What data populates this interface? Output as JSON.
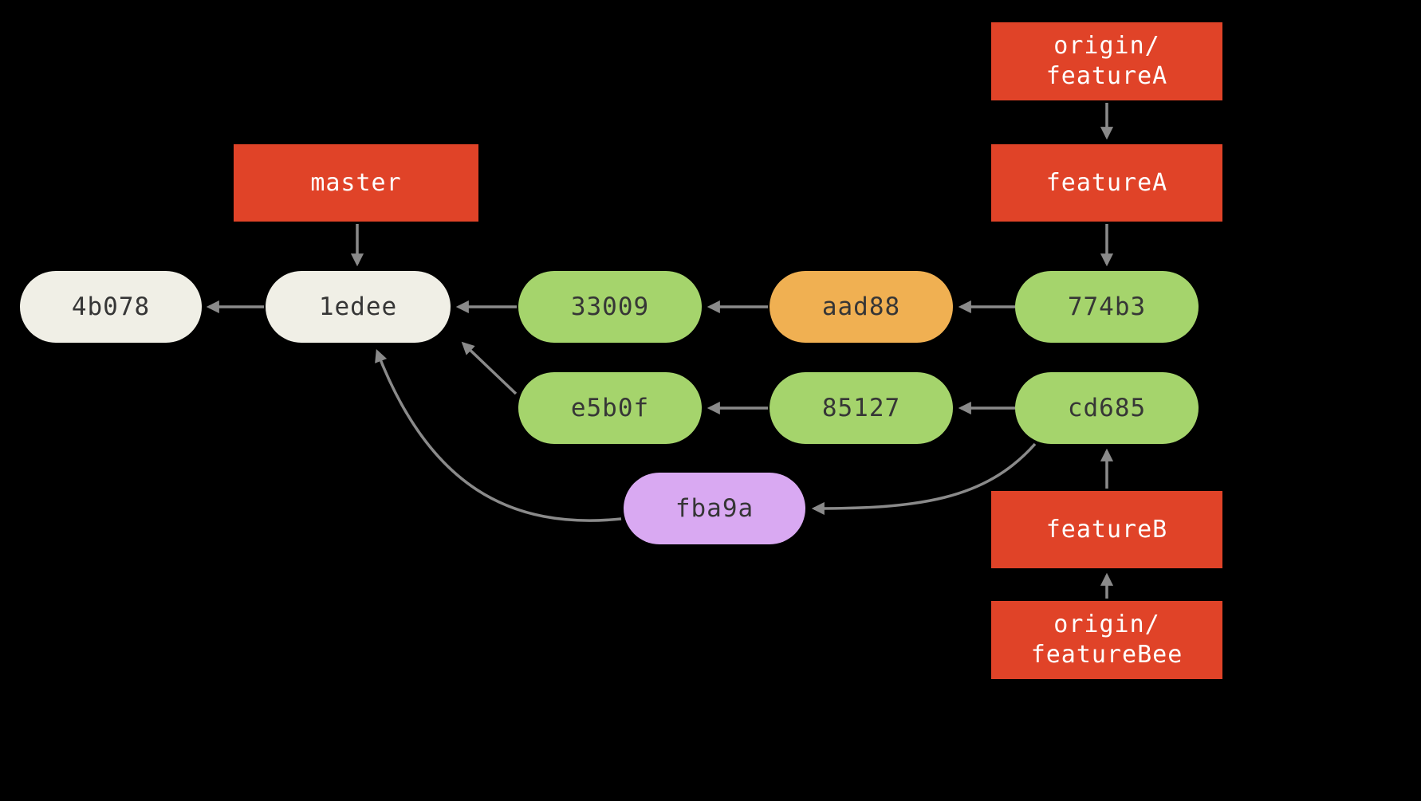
{
  "diagram": {
    "kind": "git-commit-graph",
    "background": "#000000"
  },
  "colors": {
    "bg": "#000000",
    "arrow": "#8a8a8a",
    "red": "#e04328",
    "green": "#a5d46c",
    "orange": "#f0b052",
    "purple": "#d9a9f2",
    "offwhite": "#f0efe6",
    "pilltext": "#363636",
    "redtext": "#ffffff"
  },
  "branch_labels": {
    "master": {
      "label": "master"
    },
    "origin_featureA": {
      "line1": "origin/",
      "line2": "featureA"
    },
    "featureA": {
      "label": "featureA"
    },
    "featureB": {
      "label": "featureB"
    },
    "origin_featureBee": {
      "line1": "origin/",
      "line2": "featureBee"
    }
  },
  "commits": {
    "c4b078": {
      "label": "4b078",
      "color": "offwhite"
    },
    "c1edee": {
      "label": "1edee",
      "color": "offwhite"
    },
    "c33009": {
      "label": "33009",
      "color": "green"
    },
    "caad88": {
      "label": "aad88",
      "color": "orange"
    },
    "c774b3": {
      "label": "774b3",
      "color": "green"
    },
    "ce5b0f": {
      "label": "e5b0f",
      "color": "green"
    },
    "c85127": {
      "label": "85127",
      "color": "green"
    },
    "ccd685": {
      "label": "cd685",
      "color": "green"
    },
    "cfba9a": {
      "label": "fba9a",
      "color": "purple"
    }
  },
  "edges": [
    {
      "from": "1edee",
      "to": "4b078"
    },
    {
      "from": "33009",
      "to": "1edee"
    },
    {
      "from": "aad88",
      "to": "33009"
    },
    {
      "from": "774b3",
      "to": "aad88"
    },
    {
      "from": "85127",
      "to": "e5b0f"
    },
    {
      "from": "cd685",
      "to": "85127"
    },
    {
      "from": "e5b0f",
      "to": "1edee"
    },
    {
      "from": "fba9a",
      "to": "1edee"
    },
    {
      "from": "cd685",
      "to": "fba9a"
    },
    {
      "from": "master",
      "to": "1edee"
    },
    {
      "from": "origin/featureA",
      "to": "featureA"
    },
    {
      "from": "featureA",
      "to": "774b3"
    },
    {
      "from": "featureB",
      "to": "cd685"
    },
    {
      "from": "origin/featureBee",
      "to": "featureB"
    }
  ]
}
